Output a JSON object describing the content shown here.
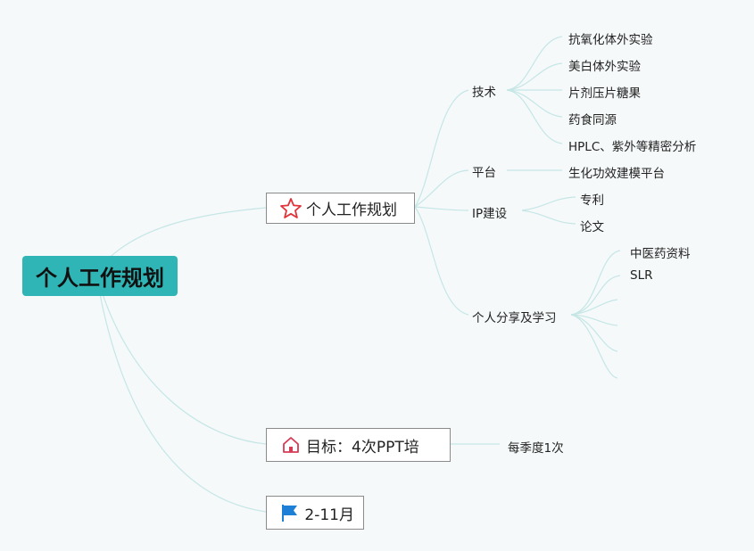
{
  "root": {
    "label": "个人工作规划"
  },
  "branches": {
    "plan": {
      "label": "个人工作规划",
      "icon": "star-outline-icon",
      "icon_color": "#e0333a",
      "subs": {
        "tech": {
          "label": "技术",
          "items": [
            "抗氧化体外实验",
            "美白体外实验",
            "片剂压片糖果",
            "药食同源",
            "HPLC、紫外等精密分析"
          ]
        },
        "platform": {
          "label": "平台",
          "items": [
            "生化功效建模平台"
          ]
        },
        "ip": {
          "label": "IP建设",
          "items": [
            "专利",
            "论文"
          ]
        },
        "share": {
          "label": "个人分享及学习",
          "items": [
            "中医药资料",
            "SLR",
            "",
            "",
            "",
            ""
          ]
        }
      }
    },
    "goal": {
      "label": "目标：4次PPT培",
      "icon": "home-icon",
      "icon_color": "#d63a55",
      "child": "每季度1次"
    },
    "date": {
      "label": "2-11月",
      "icon": "flag-icon",
      "icon_color": "#1e7fd6"
    }
  },
  "colors": {
    "root_fill": "#2fb5b5",
    "connector": "#bfe3e3",
    "background": "#f5f9fa"
  }
}
